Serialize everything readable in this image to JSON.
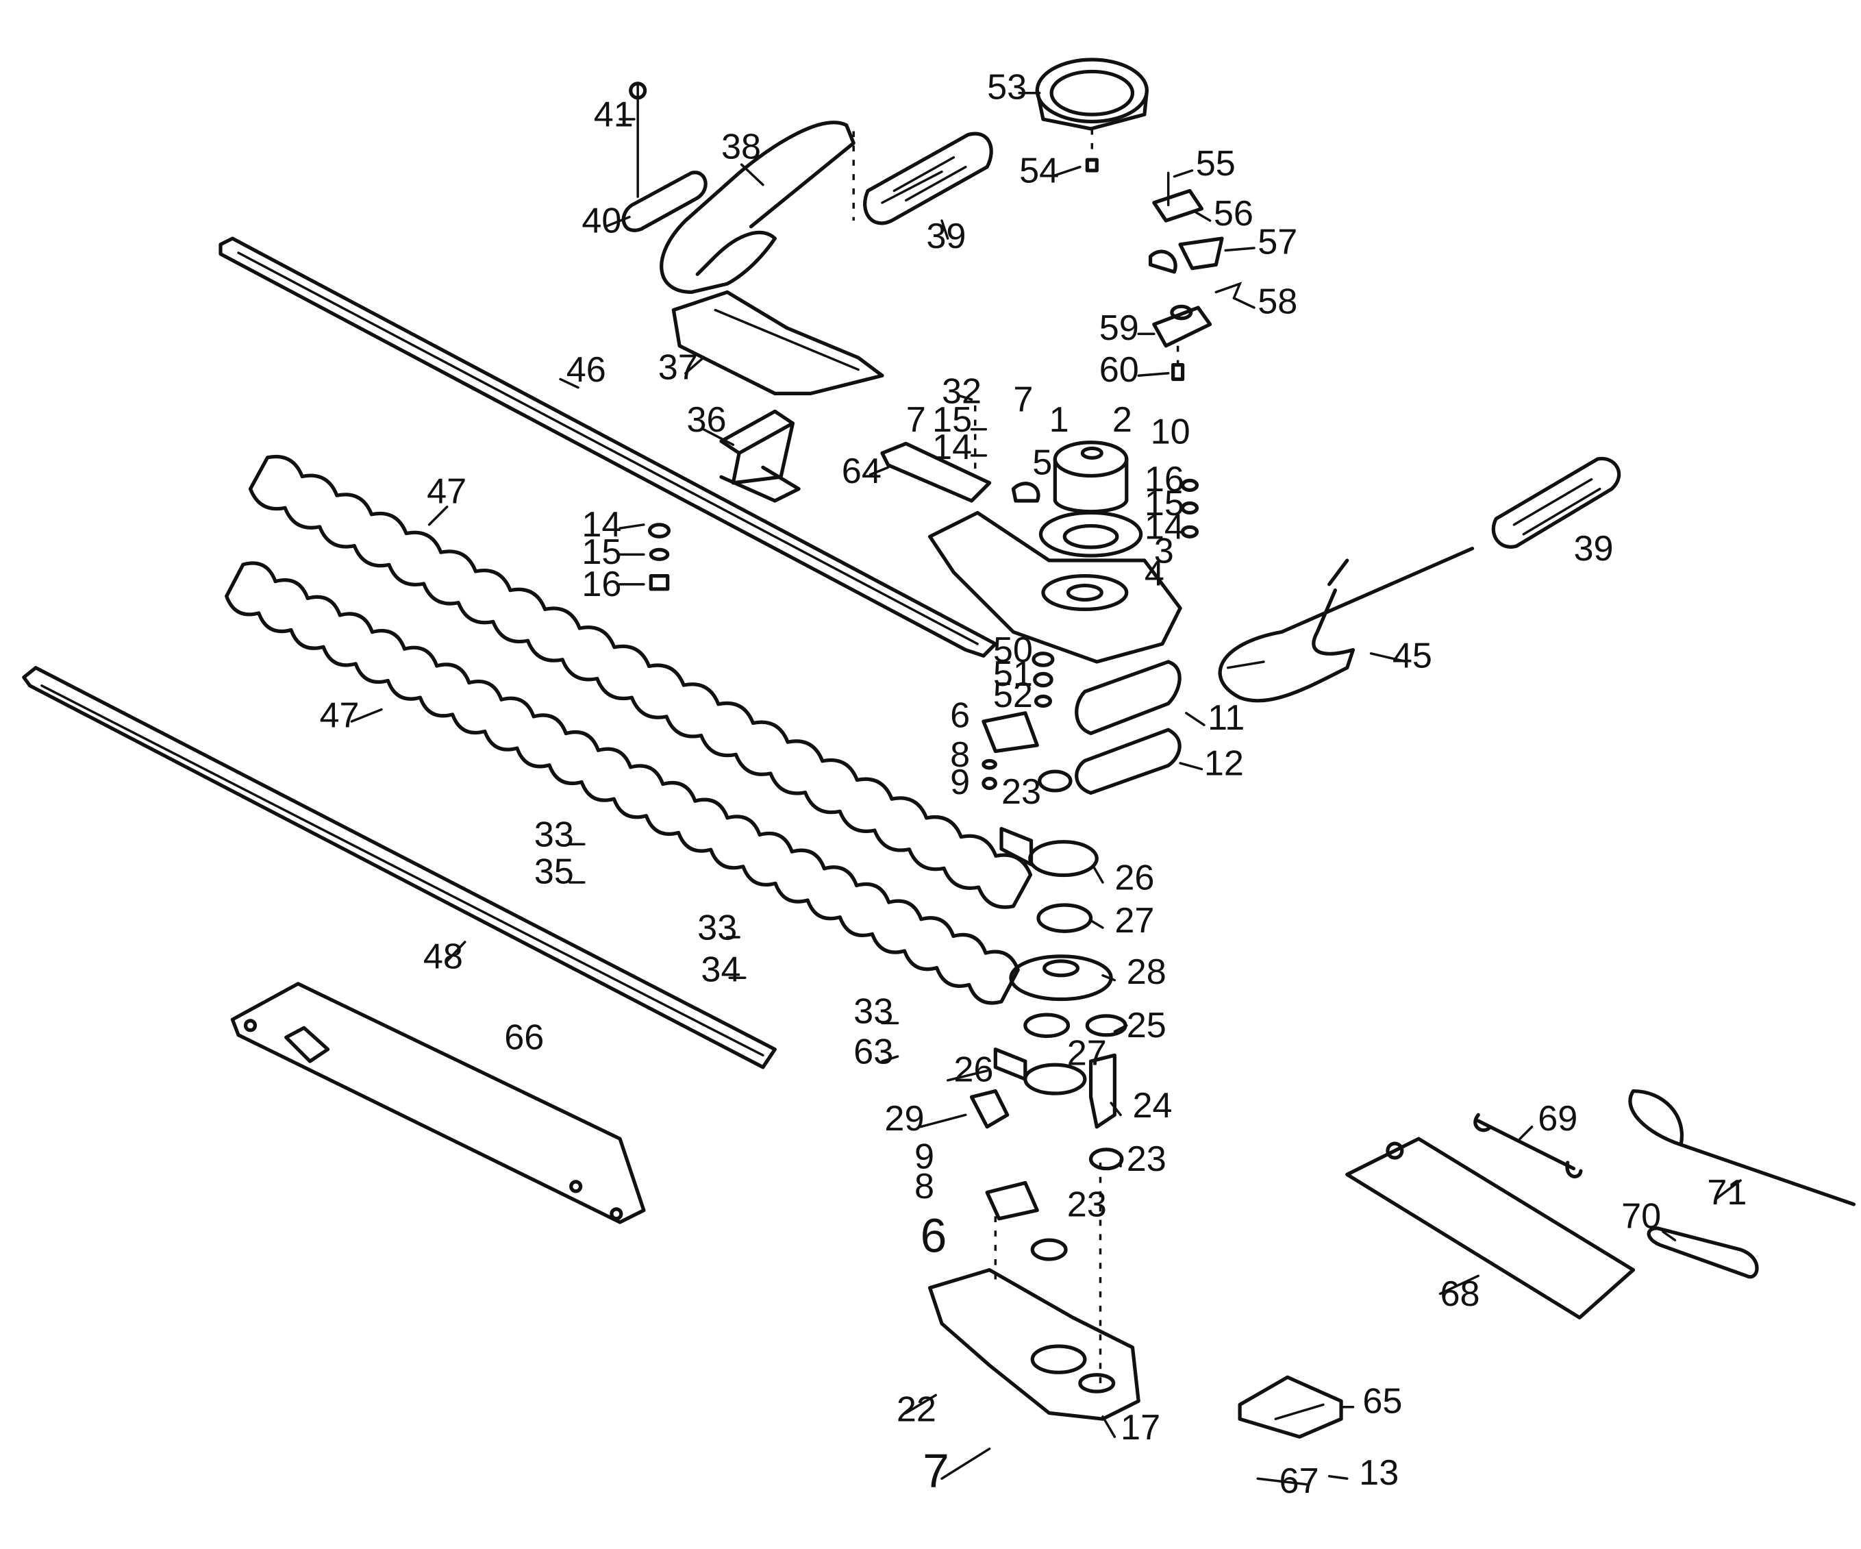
{
  "diagram": {
    "type": "exploded-parts-diagram",
    "callouts": [
      "1",
      "2",
      "3",
      "4",
      "5",
      "6",
      "6",
      "7",
      "7",
      "7",
      "8",
      "8",
      "9",
      "9",
      "10",
      "11",
      "12",
      "13",
      "14",
      "14",
      "14",
      "15",
      "15",
      "15",
      "16",
      "16",
      "17",
      "22",
      "23",
      "23",
      "23",
      "24",
      "25",
      "26",
      "26",
      "27",
      "27",
      "28",
      "29",
      "32",
      "33",
      "33",
      "33",
      "34",
      "35",
      "36",
      "37",
      "38",
      "39",
      "39",
      "40",
      "41",
      "45",
      "46",
      "47",
      "47",
      "48",
      "50",
      "51",
      "52",
      "53",
      "54",
      "55",
      "56",
      "57",
      "58",
      "59",
      "60",
      "63",
      "64",
      "65",
      "66",
      "67",
      "68",
      "69",
      "70",
      "71"
    ]
  }
}
